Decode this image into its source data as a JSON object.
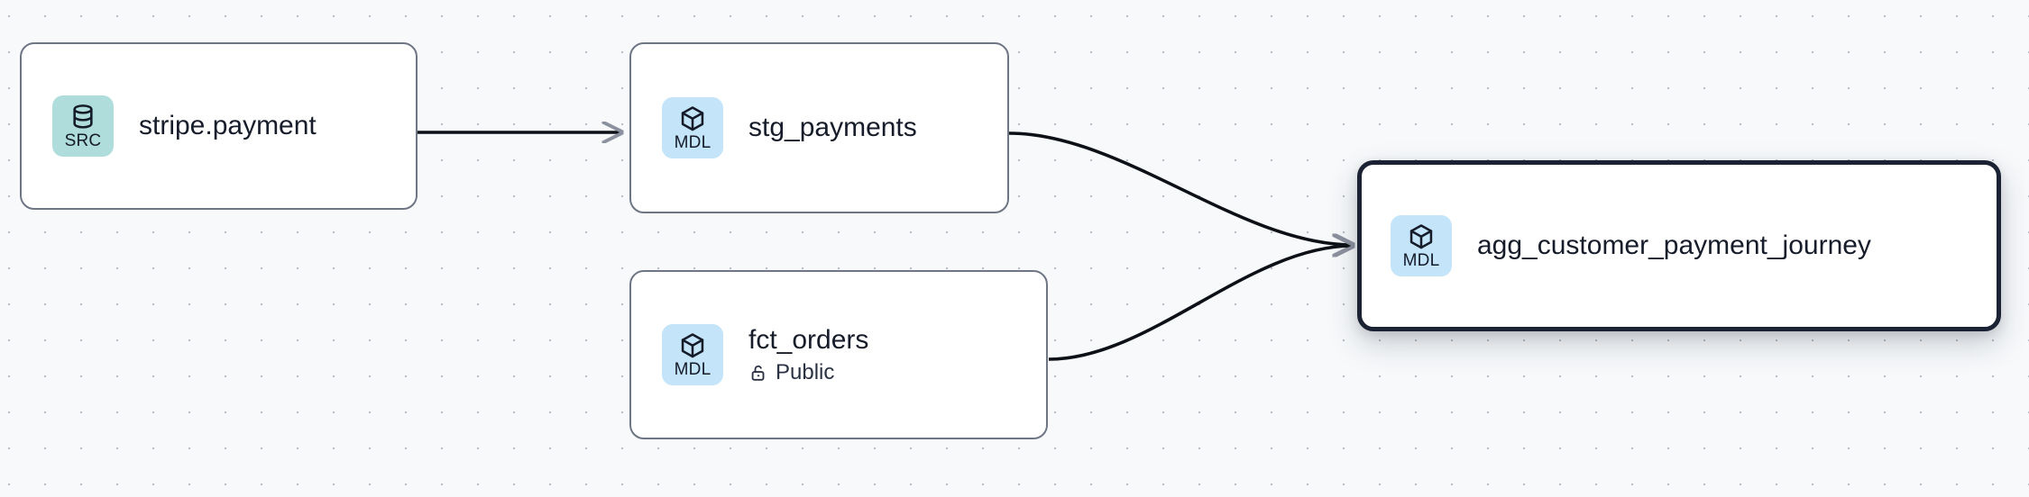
{
  "canvas": {
    "background_color": "#f7f9fb",
    "dot_color": "#b9bec9",
    "dot_spacing": "40px"
  },
  "graph": {
    "type": "lineage-dag",
    "edge_color": "#0d1117",
    "nodes": [
      {
        "id": "stripe-payment",
        "title": "stripe.payment",
        "badge_label": "SRC",
        "badge_icon": "database-icon",
        "badge_color": "#aedddb",
        "selected": false,
        "meta": null
      },
      {
        "id": "stg-payments",
        "title": "stg_payments",
        "badge_label": "MDL",
        "badge_icon": "cube-icon",
        "badge_color": "#c4e4f9",
        "selected": false,
        "meta": null
      },
      {
        "id": "fct-orders",
        "title": "fct_orders",
        "badge_label": "MDL",
        "badge_icon": "cube-icon",
        "badge_color": "#c4e4f9",
        "selected": false,
        "meta": {
          "icon": "unlock-icon",
          "label": "Public"
        }
      },
      {
        "id": "agg-customer-payment-journey",
        "title": "agg_customer_payment_journey",
        "badge_label": "MDL",
        "badge_icon": "cube-icon",
        "badge_color": "#c4e4f9",
        "selected": true,
        "meta": null
      }
    ],
    "edges": [
      {
        "from": "stripe-payment",
        "to": "stg-payments"
      },
      {
        "from": "stg-payments",
        "to": "agg-customer-payment-journey"
      },
      {
        "from": "fct-orders",
        "to": "agg-customer-payment-journey"
      }
    ]
  }
}
